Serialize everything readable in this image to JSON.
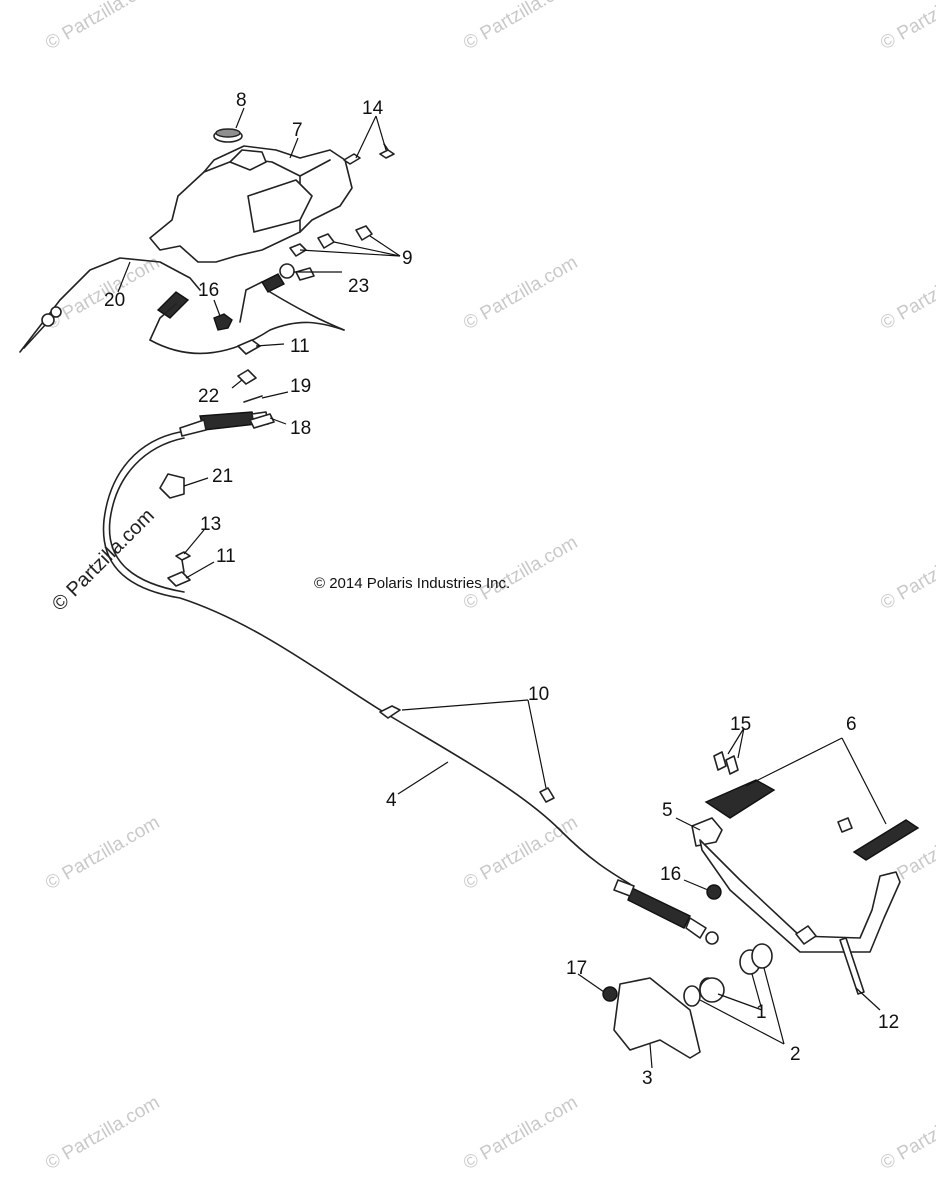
{
  "diagram": {
    "copyright": "© 2014 Polaris Industries Inc.",
    "vertical_watermark": "© Partzilla.com",
    "watermark": "© Partzilla.com",
    "callouts": {
      "c1": "1",
      "c2": "2",
      "c3": "3",
      "c4": "4",
      "c5": "5",
      "c6": "6",
      "c7": "7",
      "c8": "8",
      "c9": "9",
      "c10": "10",
      "c11a": "11",
      "c11b": "11",
      "c12": "12",
      "c13": "13",
      "c14": "14",
      "c15": "15",
      "c16a": "16",
      "c16b": "16",
      "c17": "17",
      "c18": "18",
      "c19": "19",
      "c20": "20",
      "c21": "21",
      "c22": "22",
      "c23": "23"
    }
  }
}
